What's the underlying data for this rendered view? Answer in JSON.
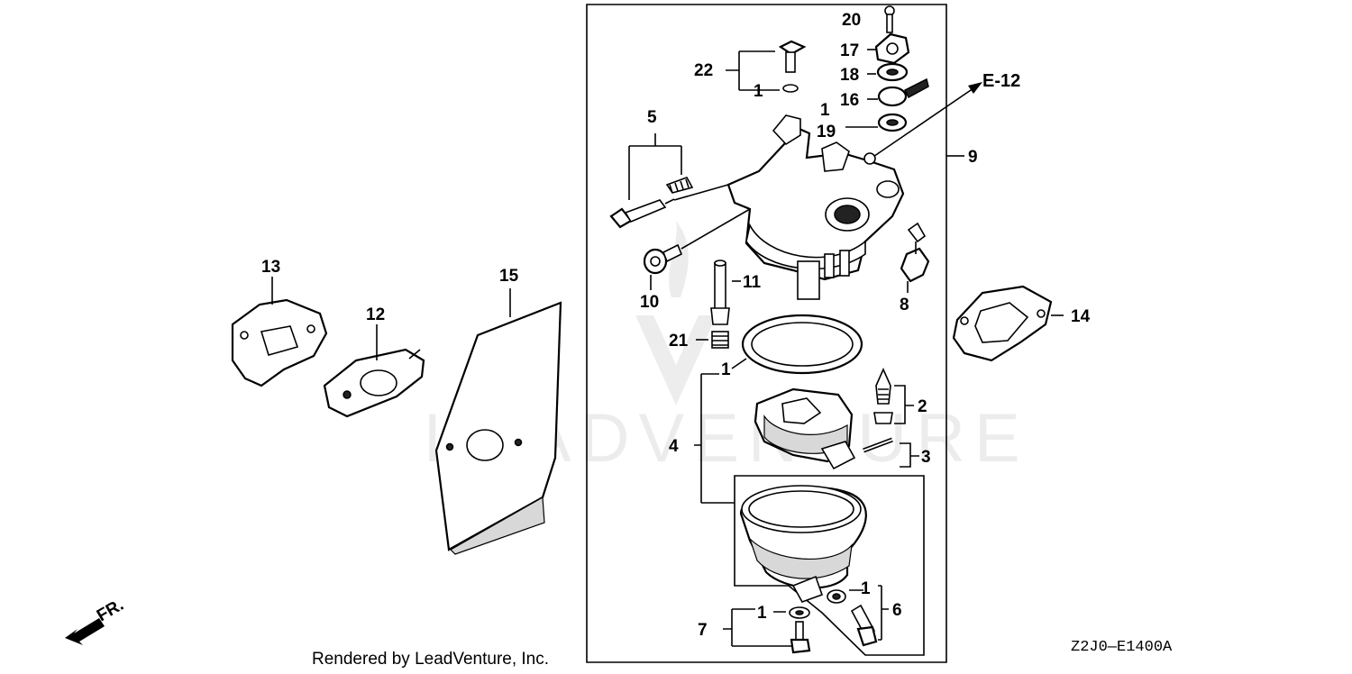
{
  "labels": {
    "p20": "20",
    "p17": "17",
    "p18": "18",
    "p22": "22",
    "p1a": "1",
    "p16": "16",
    "p1b": "1",
    "p19": "19",
    "p5": "5",
    "p9": "9",
    "p13": "13",
    "p15": "15",
    "p12": "12",
    "p10": "10",
    "p11": "11",
    "p8": "8",
    "p14": "14",
    "p21": "21",
    "p1c": "1",
    "p2": "2",
    "p4": "4",
    "p3": "3",
    "p1d": "1",
    "p6": "6",
    "p7": "7",
    "p1e": "1"
  },
  "reference": "E-12",
  "watermark": "LEADVENTURE",
  "front_indicator": "FR.",
  "footer": "Rendered by LeadVenture, Inc.",
  "diagram_code": "Z2J0—E1400A"
}
